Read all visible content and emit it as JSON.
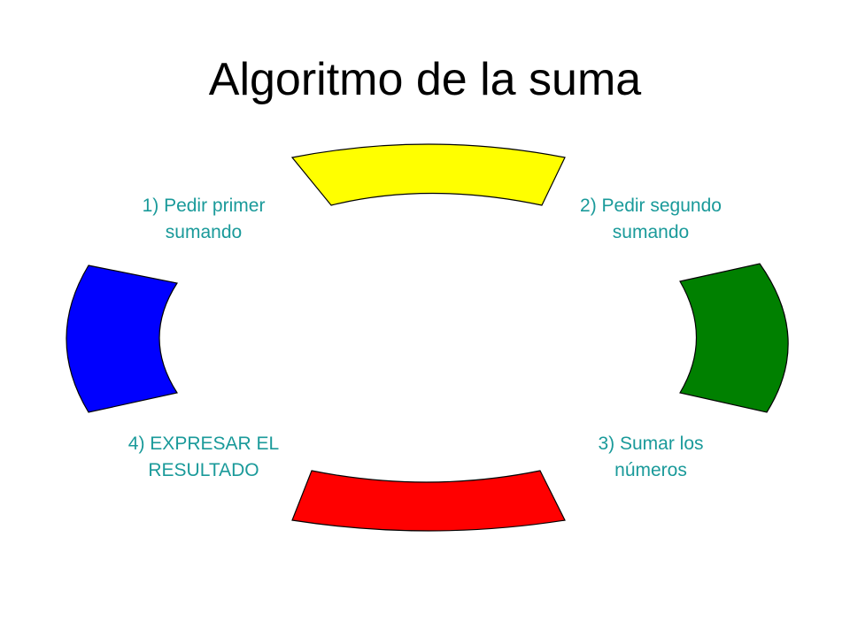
{
  "title": "Algoritmo de la suma",
  "colors": {
    "label_text": "#1a9a9a",
    "segment_top": "#ffff00",
    "segment_right": "#008000",
    "segment_bottom": "#ff0000",
    "segment_left": "#0000ff",
    "outline": "#000000"
  },
  "steps": [
    {
      "line1": "1) Pedir primer",
      "line2": "sumando"
    },
    {
      "line1": "2) Pedir segundo",
      "line2": "sumando"
    },
    {
      "line1": "3) Sumar los",
      "line2": "números"
    },
    {
      "line1": "4) EXPRESAR EL",
      "line2": "RESULTADO"
    }
  ]
}
